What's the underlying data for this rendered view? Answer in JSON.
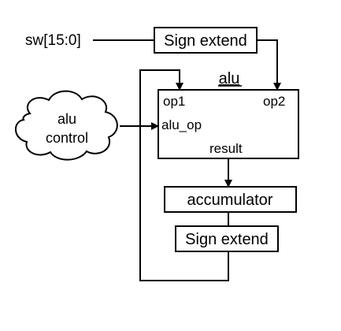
{
  "diagram": {
    "input": {
      "sw_label": "sw[15:0]"
    },
    "top_sign_extend": {
      "label": "Sign extend"
    },
    "alu": {
      "title": "alu",
      "op1_label": "op1",
      "op2_label": "op2",
      "alu_op_label": "alu_op",
      "result_label": "result"
    },
    "alu_control": {
      "line1": "alu",
      "line2": "control"
    },
    "accumulator": {
      "label": "accumulator"
    },
    "bottom_sign_extend": {
      "label": "Sign extend"
    },
    "colors": {
      "stroke": "#000000",
      "background": "#ffffff"
    }
  }
}
